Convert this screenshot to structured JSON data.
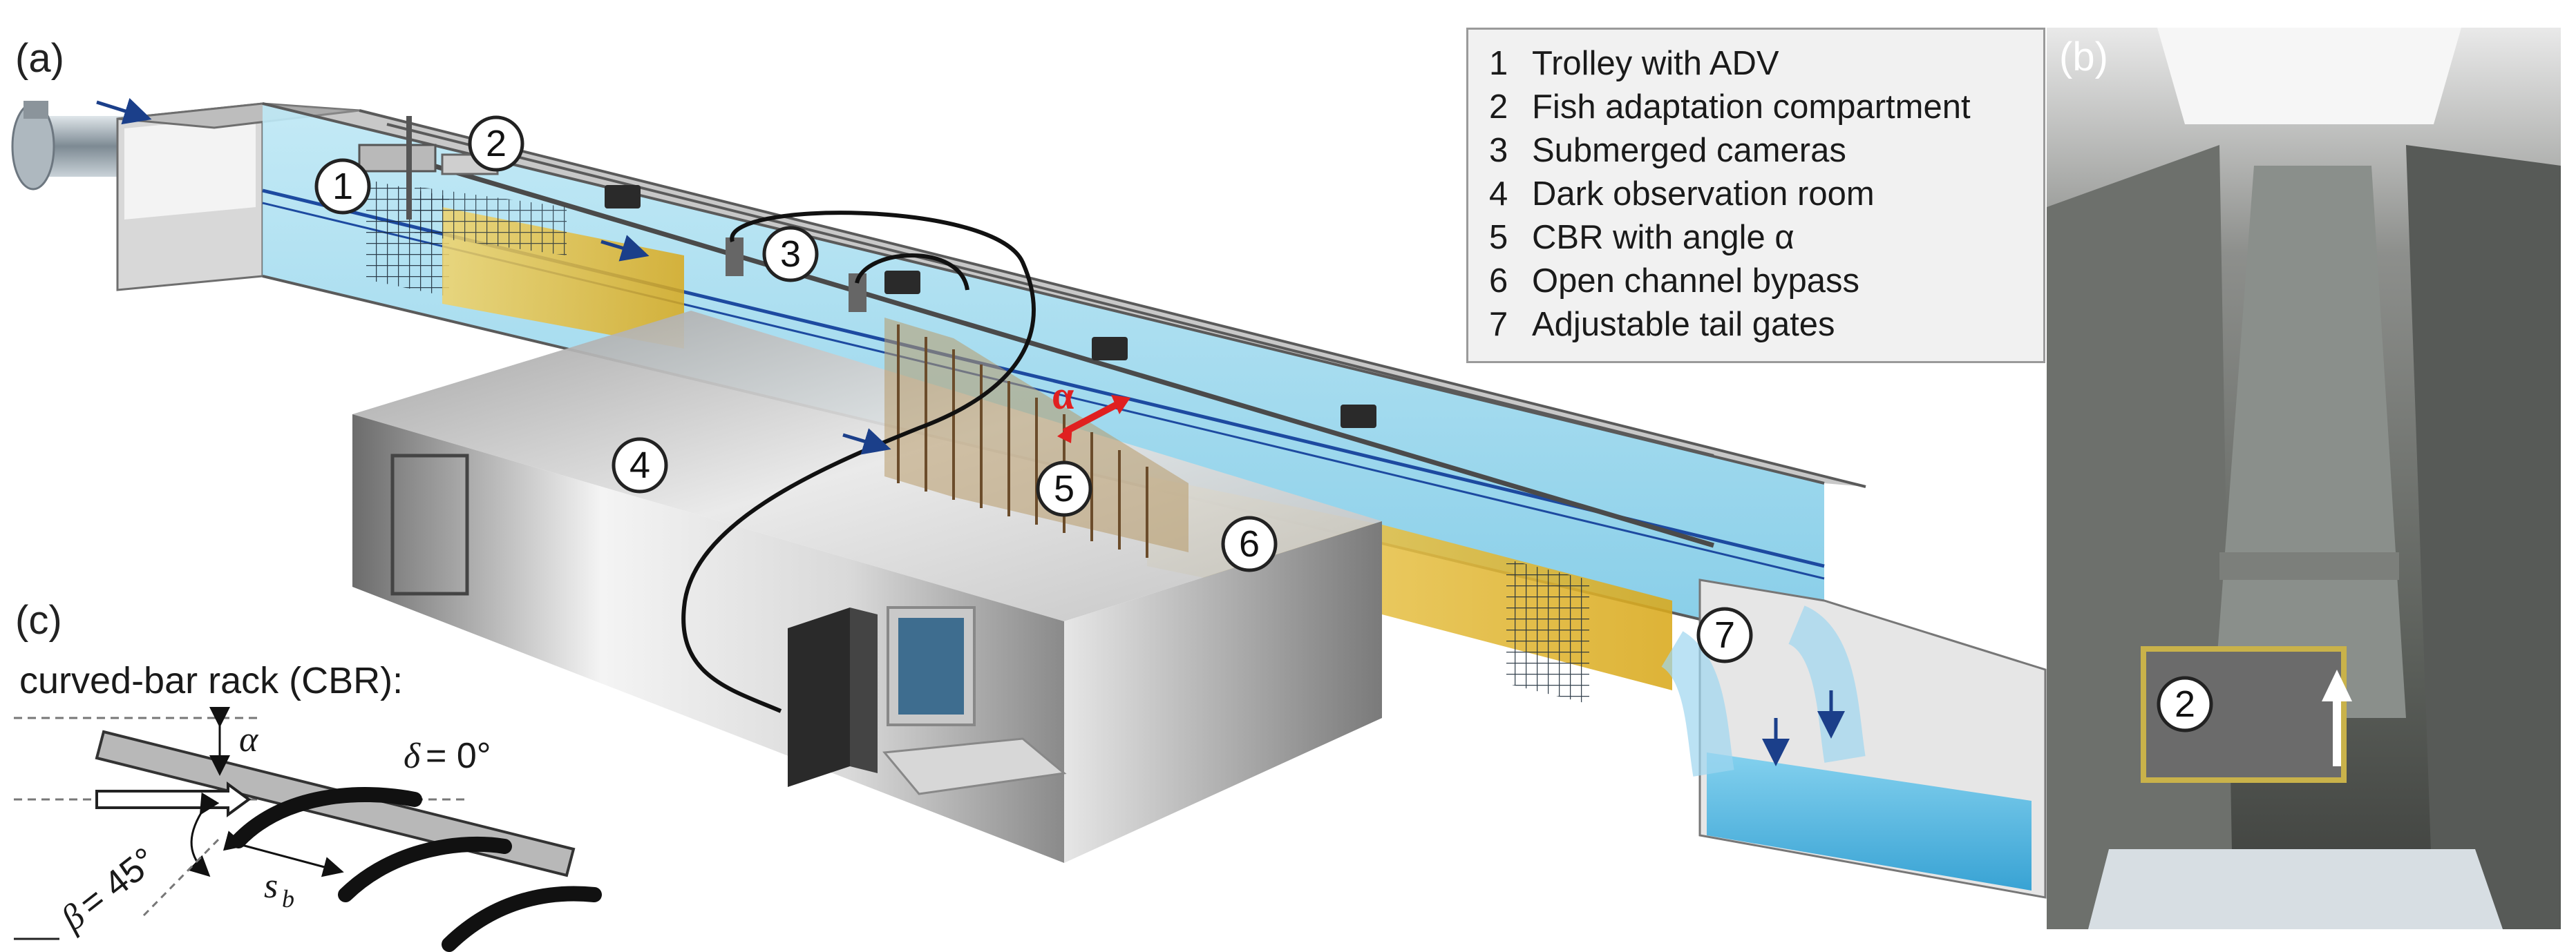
{
  "panels": {
    "a": "(a)",
    "b": "(b)",
    "c": "(c)"
  },
  "callouts": [
    "1",
    "2",
    "3",
    "4",
    "5",
    "6",
    "7"
  ],
  "legend": [
    {
      "num": "1",
      "text": "Trolley with ADV"
    },
    {
      "num": "2",
      "text": "Fish adaptation compartment"
    },
    {
      "num": "3",
      "text": "Submerged cameras"
    },
    {
      "num": "4",
      "text": "Dark observation room"
    },
    {
      "num": "5",
      "text": "CBR with angle α"
    },
    {
      "num": "6",
      "text": "Open channel bypass"
    },
    {
      "num": "7",
      "text": "Adjustable tail gates"
    }
  ],
  "angle_marker": "α",
  "photo_callout": "2",
  "cbr": {
    "title": "curved-bar rack (CBR):",
    "alpha": "α",
    "delta_sym": "δ",
    "delta_value": "= 0°",
    "beta_sym": "β",
    "beta_value": "= 45°",
    "sb_sym": "s",
    "sb_sub": "b"
  },
  "colors": {
    "water": "#8fd3ea",
    "water_deep": "#4fb6dc",
    "bypass": "#e8c23a",
    "room": "#cfcfcf",
    "flow_arrow": "#1b3f8a",
    "alpha_arrow": "#e02020"
  }
}
